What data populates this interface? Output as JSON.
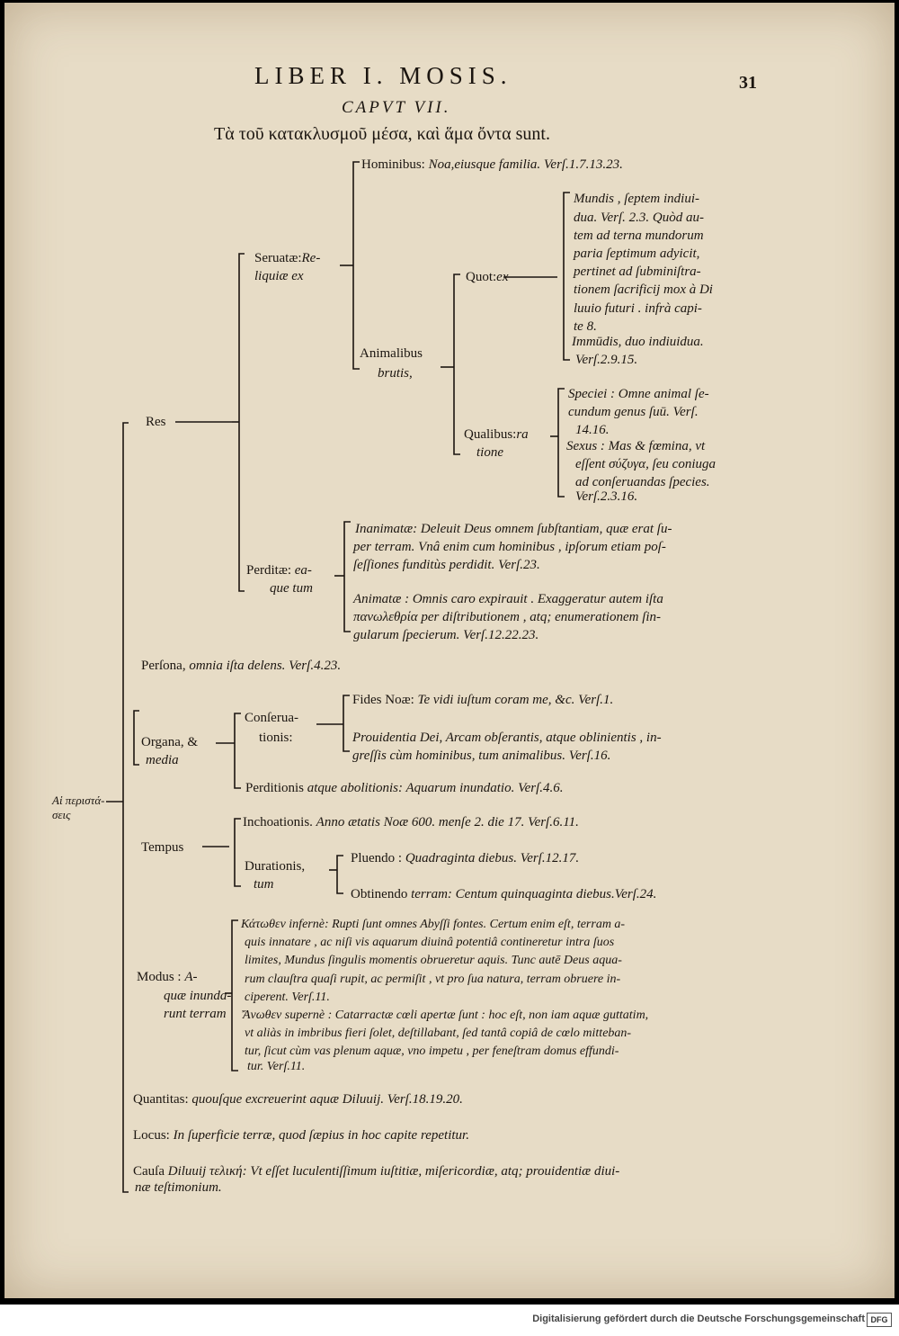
{
  "header": {
    "running_title": "LIBER I. MOSIS.",
    "page_number": "31",
    "chapter": "CAPVT VII.",
    "subtitle": "Τὰ τοῦ κατακλυσμοῦ μέσα, καὶ ἅμα ὄντα sunt."
  },
  "root": {
    "label": "Αἱ περιστά- σεις"
  },
  "res": {
    "label": "Res",
    "seruatae": {
      "head": "Seruatæ:",
      "head_tail": "Re-",
      "line2": "liquiæ ex",
      "hominibus": {
        "label": "Hominibus:",
        "text": "Noa,eiusque familia. Verſ.1.7.13.23."
      },
      "animalibus": {
        "label": "Animalibus",
        "label2": "brutis,",
        "quot": {
          "label": "Quot:",
          "tail": "ex",
          "mundis_lines": [
            "Mundis , ſeptem indiui-",
            "dua. Verſ. 2.3. Quòd au-",
            "tem ad terna mundorum",
            "paria ſeptimum adyicit,",
            "pertinet ad ſubminiſtra-",
            "tionem ſacrificij mox à Di",
            "luuio futuri . infrà capi-",
            "te 8."
          ],
          "immundis_lines": [
            "Immūdis, duo indiuidua.",
            "Verſ.2.9.15."
          ]
        },
        "qualibus": {
          "label": "Qualibus:",
          "tail": "ra",
          "tail2": "tione",
          "speciei_lines": [
            "Speciei : Omne animal ſe-",
            "cundum genus ſuū. Verſ.",
            "14.16."
          ],
          "sexus_lines": [
            "Sexus : Mas & fœmina, vt",
            "eſſent σύζυγα, ſeu coniuga",
            "ad conſeruandas ſpecies.",
            "Verſ.2.3.16."
          ]
        }
      }
    },
    "perditae": {
      "head": "Perditæ:",
      "tail": "ea-",
      "line2": "que tum",
      "inanimatae_lines": [
        "Inanimatæ: Deleuit Deus omnem ſubſtantiam, quæ erat ſu-",
        "per terram. Vnâ enim cum hominibus , ipſorum etiam poſ-",
        "ſeſſiones funditùs perdidit. Verſ.23."
      ],
      "animatae_lines": [
        "Animatæ : Omnis caro expirauit . Exaggeratur autem iſta",
        "πανωλεθρία per diſtributionem , atq; enumerationem ſin-",
        "gularum ſpecierum. Verſ.12.22.23."
      ]
    }
  },
  "persona": {
    "label": "Perſona,",
    "text": "omnia iſta delens. Verſ.4.23."
  },
  "organa": {
    "label": "Organa, &",
    "label2": "media",
    "conseruationis": {
      "label": "Conſerua-",
      "label2": "tionis:",
      "fides": {
        "label": "Fides Noæ:",
        "text": "Te vidi iuſtum coram me, &c. Verſ.1."
      },
      "prouidentia_lines": [
        "Prouidentia Dei, Arcam obſerantis, atque oblinientis , in-",
        "greſſis cùm hominibus, tum animalibus. Verſ.16."
      ]
    },
    "perditionis": {
      "label": "Perditionis",
      "text": "atque abolitionis: Aquarum inundatio. Verſ.4.6."
    }
  },
  "tempus": {
    "label": "Tempus",
    "inchoationis": {
      "label": "Inchoationis.",
      "text": "Anno ætatis Noæ 600. menſe 2. die 17. Verſ.6.11."
    },
    "durationis": {
      "label": "Durationis,",
      "label2": "tum",
      "pluendo": {
        "label": "Pluendo :",
        "text": "Quadraginta diebus. Verſ.12.17."
      },
      "obtinendo": {
        "label": "Obtinendo",
        "text": "terram: Centum quinquaginta diebus.Verſ.24."
      }
    }
  },
  "modus": {
    "label": "Modus :",
    "tail": "A-",
    "line2": "quæ inunda-",
    "line3": "runt terram",
    "inferne_lines": [
      "Κάτωθεν infernè: Rupti ſunt omnes Abyſſi fontes. Certum enim eſt, terram a-",
      "quis innatare , ac niſi vis aquarum diuinâ potentiâ contineretur intra ſuos",
      "limites, Mundus ſingulis momentis obrueretur aquis. Tunc autē Deus aqua-",
      "rum clauſtra quaſi rupit, ac permiſit , vt pro ſua natura, terram obruere in-",
      "ciperent. Verſ.11."
    ],
    "superne_lines": [
      "Ἄνωθεν supernè : Catarractæ cœli apertæ ſunt : hoc eſt, non iam aquæ guttatim,",
      "vt aliàs in imbribus fieri ſolet, deſtillabant, ſed tantâ copiâ de cœlo mitteban-",
      "tur, ſicut cùm vas plenum aquæ, vno impetu , per feneſtram domus effundi-",
      "tur. Verſ.11."
    ]
  },
  "quantitas": {
    "label": "Quantitas:",
    "text": "quouſque excreuerint aquæ Diluuij. Verſ.18.19.20."
  },
  "locus": {
    "label": "Locus:",
    "text": "In ſuperficie terræ, quod ſæpius in hoc capite repetitur."
  },
  "causa": {
    "label": "Cauſa",
    "line1": "Diluuij τελική: Vt eſſet luculentiſſimum iuſtitiæ, miſericordiæ, atq; prouidentiæ diui-",
    "line2": "næ teſtimonium."
  },
  "footer": {
    "credit": "Digitalisierung gefördert durch die Deutsche Forschungsgemeinschaft",
    "logo": "DFG"
  }
}
